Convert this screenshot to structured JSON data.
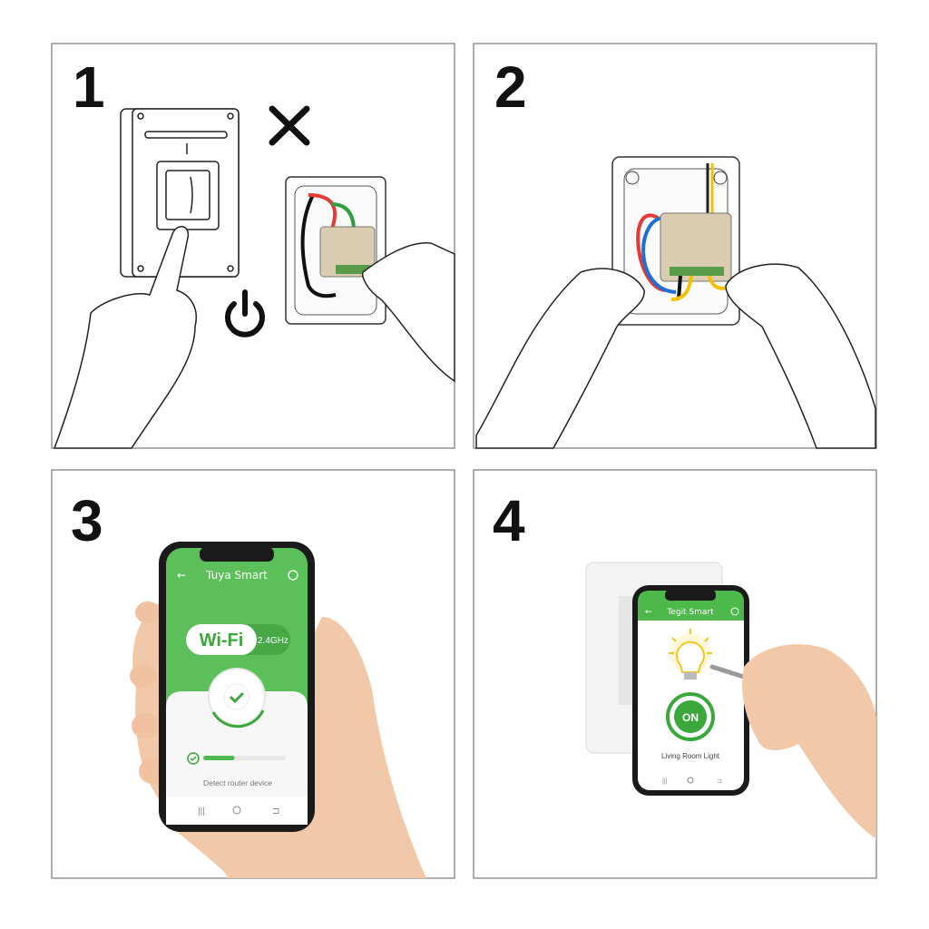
{
  "steps": [
    {
      "number": "1",
      "icons": [
        "light-switch-icon",
        "cross-icon",
        "power-icon",
        "smart-module-icon"
      ]
    },
    {
      "number": "2",
      "icons": [
        "wiring-module-icon"
      ]
    },
    {
      "number": "3",
      "app": {
        "title": "Tuya Smart",
        "wifi_label": "Wi-Fi",
        "band": "2.4GHz",
        "status": "Detect router device",
        "progress": 0.38
      }
    },
    {
      "number": "4",
      "app": {
        "title": "Tegit Smart",
        "button": "ON",
        "device": "Living Room Light"
      }
    }
  ],
  "colors": {
    "green": "#5cc05a",
    "dark_green": "#3aa83a",
    "bulb": "#f5c518",
    "wire_red": "#e53935",
    "wire_blue": "#1e6fd9",
    "wire_yellow": "#f2c200",
    "wire_green": "#2e9e3e"
  }
}
